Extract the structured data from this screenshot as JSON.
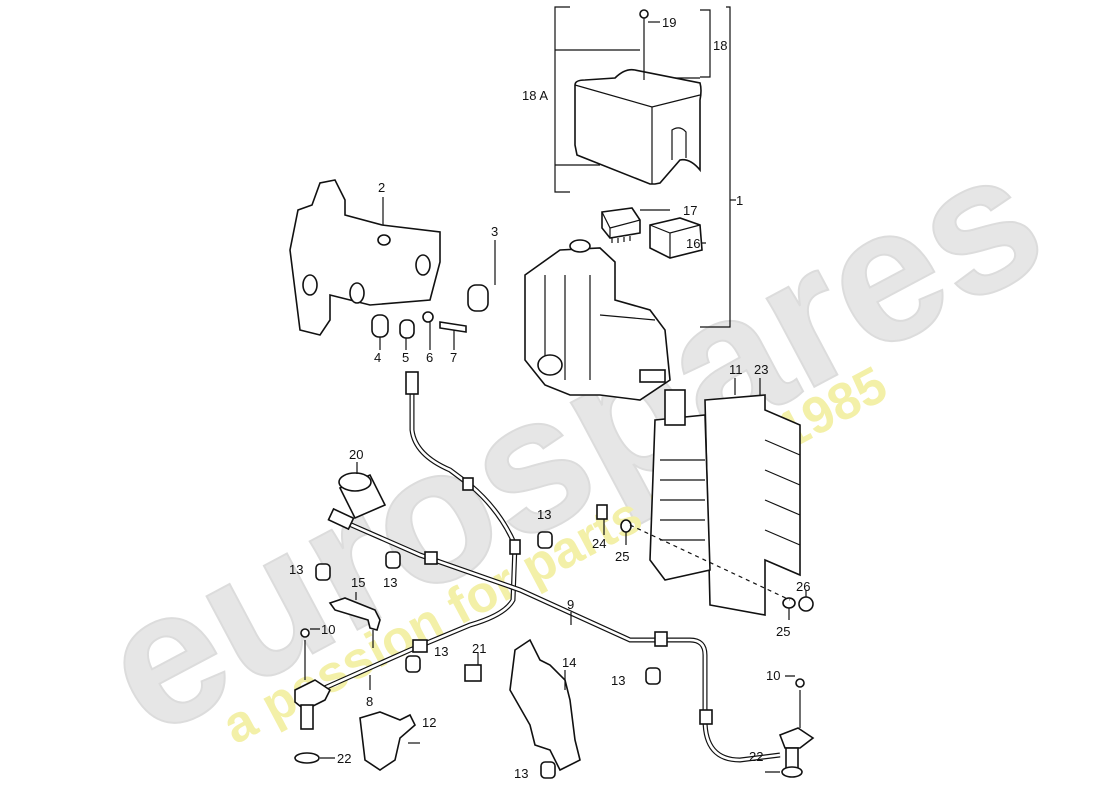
{
  "diagram": {
    "part_labels": [
      "19",
      "18",
      "18 A",
      "17",
      "1",
      "16",
      "2",
      "3",
      "4",
      "5",
      "6",
      "7",
      "11",
      "23",
      "20",
      "13",
      "24",
      "25",
      "13",
      "15",
      "13",
      "9",
      "26",
      "25",
      "10",
      "21",
      "14",
      "13",
      "13",
      "10",
      "8",
      "12",
      "22",
      "22",
      "13"
    ]
  },
  "watermark": {
    "brand": "eurospares",
    "slogan": "a passion for parts since 1985",
    "colors": {
      "brand": "#e6e6e6",
      "slogan": "#f3f0a8"
    }
  }
}
